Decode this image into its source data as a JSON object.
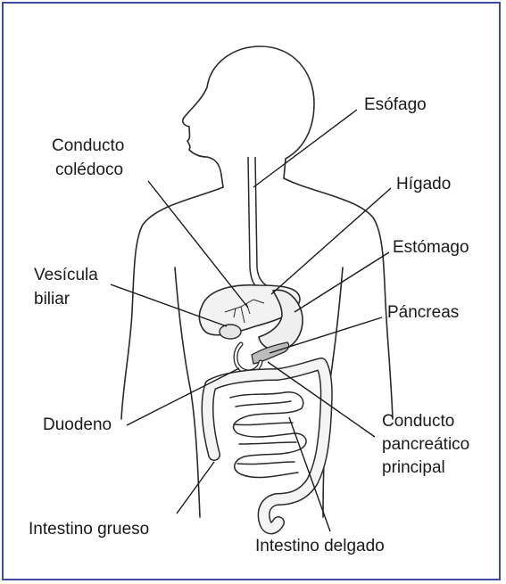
{
  "colors": {
    "frame": "#3f4ba0",
    "ink": "#1a1a1a",
    "shade": "#dcdcdc"
  },
  "labels": {
    "esofago": "Esófago",
    "conducto_coledoco_1": "Conducto",
    "conducto_coledoco_2": "colédoco",
    "higado": "Hígado",
    "estomago": "Estómago",
    "vesicula_1": "Vesícula",
    "vesicula_2": "biliar",
    "pancreas": "Páncreas",
    "duodeno": "Duodeno",
    "conducto_pancreatico_1": "Conducto",
    "conducto_pancreatico_2": "pancreático",
    "conducto_pancreatico_3": "principal",
    "intestino_grueso": "Intestino grueso",
    "intestino_delgado": "Intestino delgado"
  }
}
